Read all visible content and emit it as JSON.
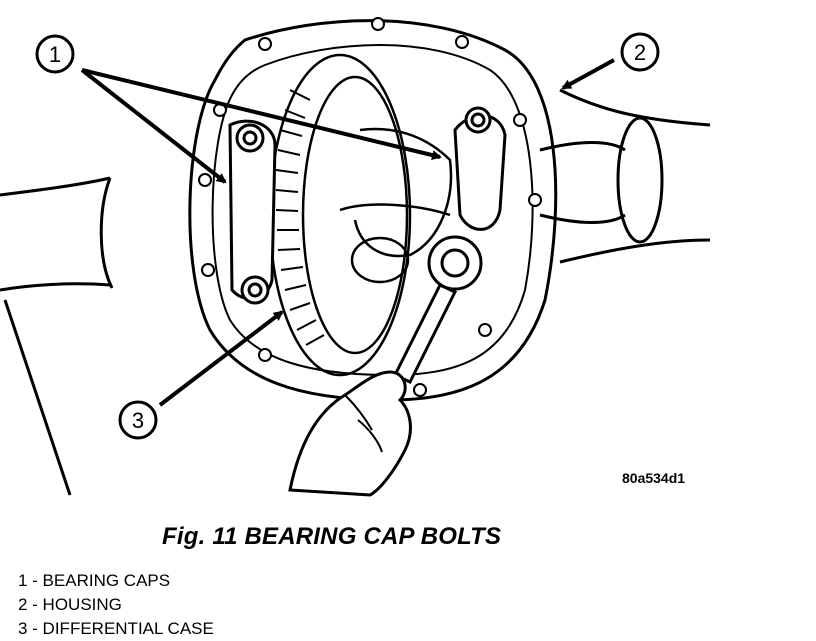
{
  "figure": {
    "code": "80a534d1",
    "caption": "Fig. 11 BEARING CAP BOLTS"
  },
  "callouts": [
    {
      "number": "1",
      "label": "BEARING CAPS"
    },
    {
      "number": "2",
      "label": "HOUSING"
    },
    {
      "number": "3",
      "label": "DIFFERENTIAL CASE"
    }
  ],
  "legend": [
    "1 - BEARING CAPS",
    "2 - HOUSING",
    "3 - DIFFERENTIAL CASE"
  ]
}
